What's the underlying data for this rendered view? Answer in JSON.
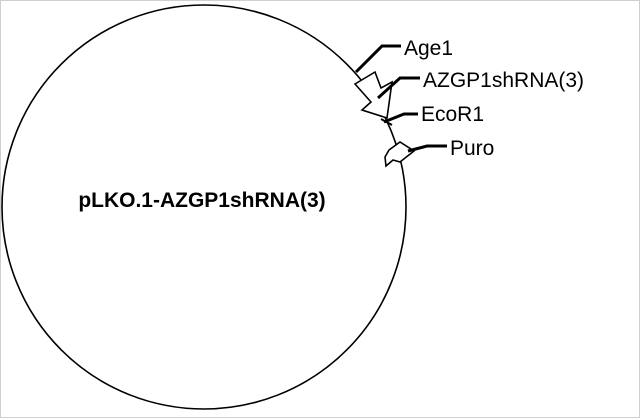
{
  "plasmid": {
    "name": "pLKO.1-AZGP1shRNA(3)"
  },
  "features": {
    "age1": {
      "label": "Age1"
    },
    "azgp1": {
      "label": "AZGP1shRNA(3)"
    },
    "ecor1": {
      "label": "EcoR1"
    },
    "puro": {
      "label": "Puro"
    }
  }
}
